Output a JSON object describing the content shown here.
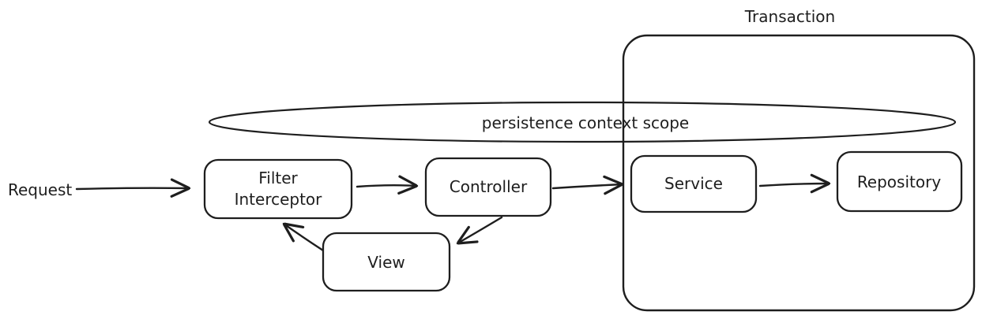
{
  "diagram": {
    "labels": {
      "transaction": "Transaction",
      "persistence_scope": "persistence context scope",
      "request": "Request"
    },
    "nodes": {
      "filter_interceptor": {
        "line1": "Filter",
        "line2": "Interceptor"
      },
      "controller": {
        "label": "Controller"
      },
      "service": {
        "label": "Service"
      },
      "repository": {
        "label": "Repository"
      },
      "view": {
        "label": "View"
      }
    },
    "edges": [
      {
        "from": "Request",
        "to": "Filter Interceptor"
      },
      {
        "from": "Filter Interceptor",
        "to": "Controller"
      },
      {
        "from": "Controller",
        "to": "Service"
      },
      {
        "from": "Service",
        "to": "Repository"
      },
      {
        "from": "Controller",
        "to": "View"
      },
      {
        "from": "View",
        "to": "Filter Interceptor"
      }
    ],
    "colors": {
      "stroke": "#1e1e1e",
      "background": "#ffffff"
    }
  }
}
